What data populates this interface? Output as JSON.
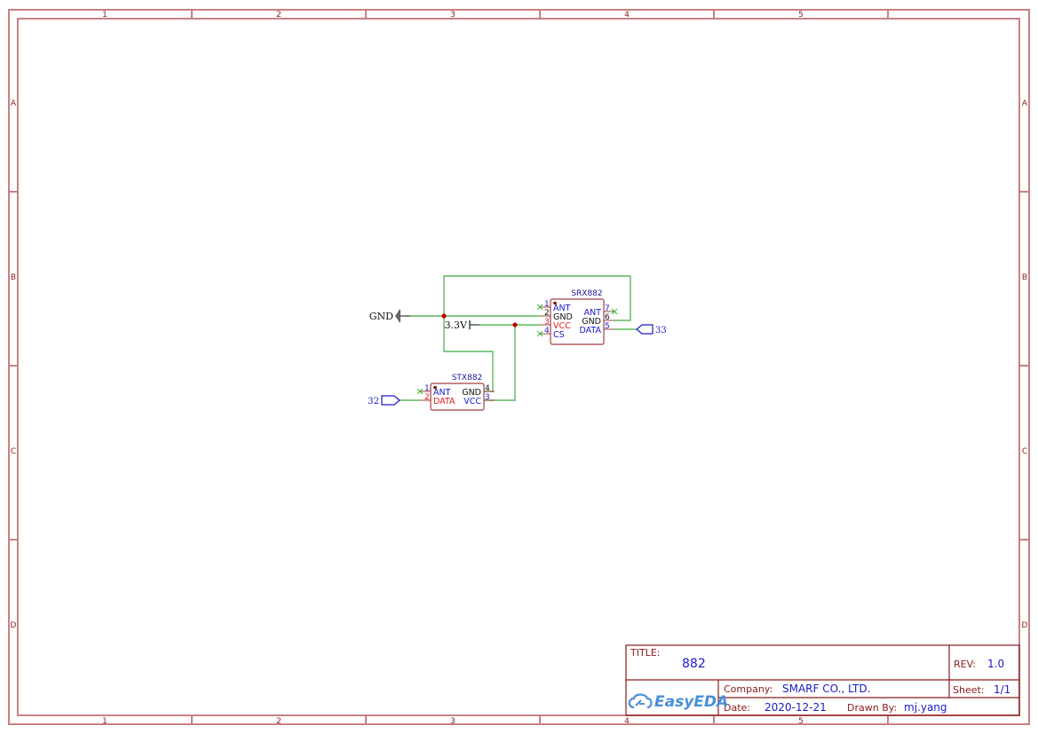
{
  "sheet": {
    "columns": [
      "1",
      "2",
      "3",
      "4",
      "5"
    ],
    "rows": [
      "A",
      "B",
      "C",
      "D"
    ],
    "frame_color": "#c98080",
    "wire_color": "#5cb85c",
    "junction_color": "#cc0000"
  },
  "power": {
    "gnd_label": "GND",
    "vcc_label": "3.3V"
  },
  "parts": {
    "srx": {
      "name": "SRX882",
      "left_pins": [
        {
          "num": "1",
          "label": "ANT",
          "color": "blue",
          "no_connect": true
        },
        {
          "num": "2",
          "label": "GND",
          "color": "black",
          "no_connect": false
        },
        {
          "num": "3",
          "label": "VCC",
          "color": "red",
          "no_connect": false
        },
        {
          "num": "4",
          "label": "CS",
          "color": "blue",
          "no_connect": true
        }
      ],
      "right_pins": [
        {
          "num": "7",
          "label": "ANT",
          "color": "blue",
          "no_connect": true
        },
        {
          "num": "6",
          "label": "GND",
          "color": "black",
          "no_connect": false
        },
        {
          "num": "5",
          "label": "DATA",
          "color": "blue",
          "no_connect": false
        }
      ]
    },
    "stx": {
      "name": "STX882",
      "left_pins": [
        {
          "num": "1",
          "label": "ANT",
          "color": "blue",
          "no_connect": true
        },
        {
          "num": "2",
          "label": "DATA",
          "color": "red",
          "no_connect": false
        }
      ],
      "right_pins": [
        {
          "num": "4",
          "label": "GND",
          "color": "black",
          "no_connect": false
        },
        {
          "num": "3",
          "label": "VCC",
          "color": "blue",
          "no_connect": false
        }
      ]
    }
  },
  "net_flags": {
    "srx_data": "33",
    "stx_data": "32"
  },
  "title_block": {
    "title_label": "TITLE:",
    "title_value": "882",
    "rev_label": "REV:",
    "rev_value": "1.0",
    "company_label": "Company:",
    "company_value": "SMARF CO., LTD.",
    "sheet_label": "Sheet:",
    "sheet_value": "1/1",
    "date_label": "Date:",
    "date_value": "2020-12-21",
    "drawn_by_label": "Drawn By:",
    "drawn_by_value": "mj.yang",
    "logo_text": "EasyEDA"
  }
}
